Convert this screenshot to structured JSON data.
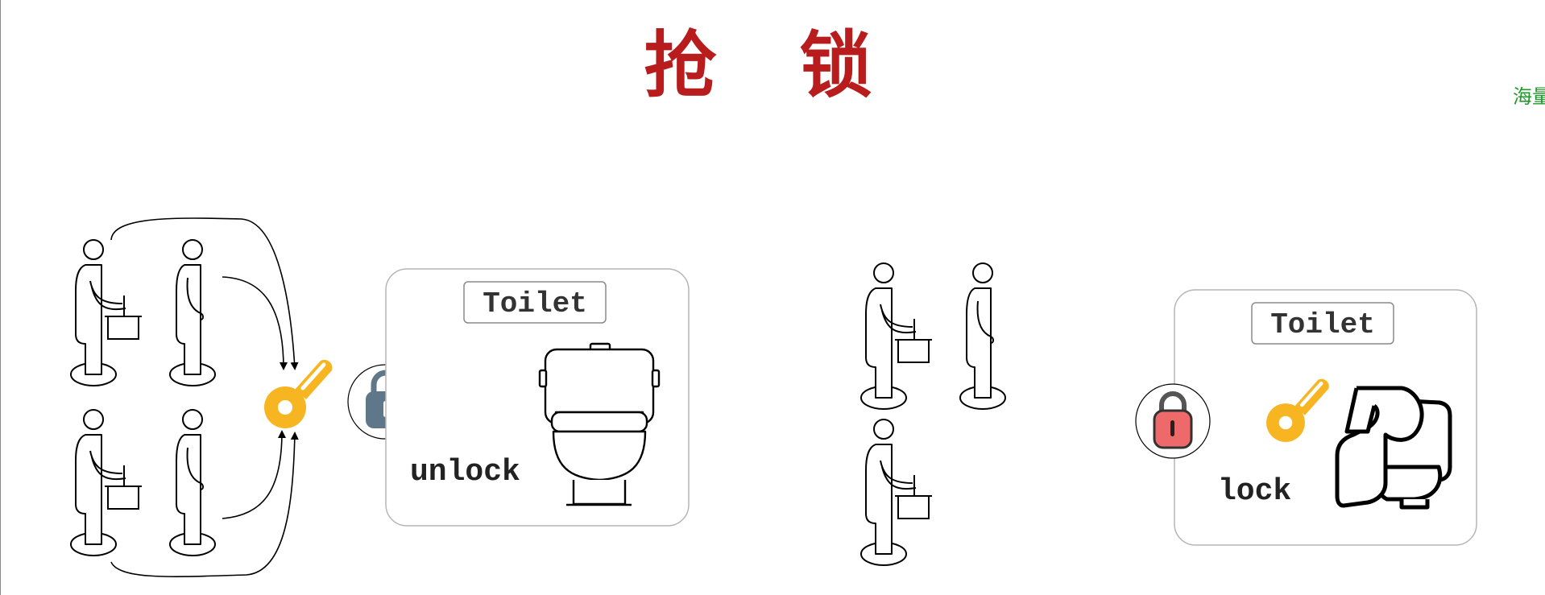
{
  "title": "抢 锁",
  "watermark": "海量",
  "scene_unlocked": {
    "box_label": "Toilet",
    "state_label": "unlock",
    "lock_icon": "unlocked-padlock-icon",
    "key_icon": "key-icon",
    "fixture_icon": "toilet-icon",
    "people_waiting": 4
  },
  "scene_locked": {
    "box_label": "Toilet",
    "state_label": "lock",
    "lock_icon": "locked-padlock-icon",
    "key_icon": "key-icon",
    "fixture_icon": "occupied-toilet-icon",
    "people_waiting": 3
  },
  "colors": {
    "title": "#b81c1c",
    "watermark": "#1f9a2a",
    "key": "#f7b521",
    "unlocked_lock": "#5f7889",
    "locked_lock": "#ee6a6a"
  }
}
